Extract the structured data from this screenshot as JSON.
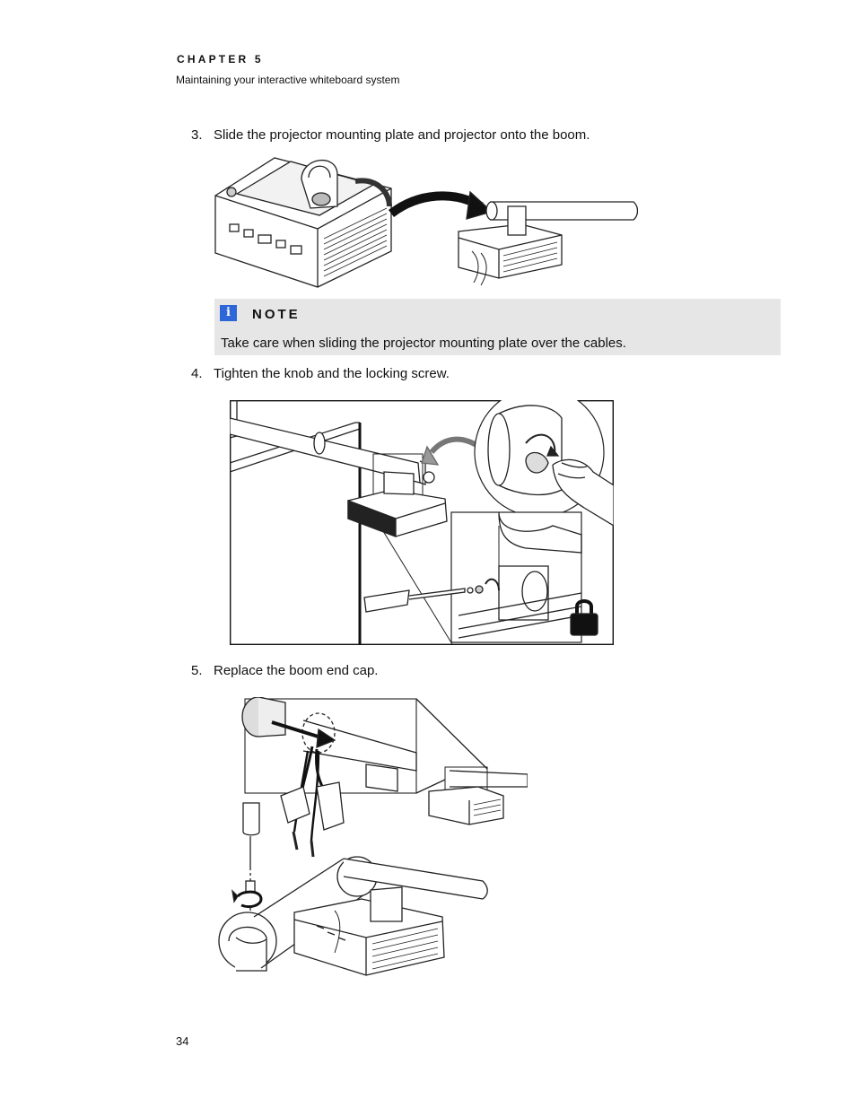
{
  "header": {
    "chapter": "CHAPTER 5",
    "subtitle": "Maintaining your interactive whiteboard system"
  },
  "steps": [
    {
      "number": "3.",
      "text": "Slide the projector mounting plate and projector onto the boom."
    },
    {
      "number": "4.",
      "text": "Tighten the knob and the locking screw."
    },
    {
      "number": "5.",
      "text": "Replace the boom end cap."
    }
  ],
  "note": {
    "icon": "info-icon",
    "icon_glyph": "i",
    "title": "NOTE",
    "text": "Take care when sliding the projector mounting plate over the cables."
  },
  "footer": {
    "page_number": "34"
  },
  "colors": {
    "note_background": "#e6e6e6",
    "info_icon": "#2d66d8"
  }
}
